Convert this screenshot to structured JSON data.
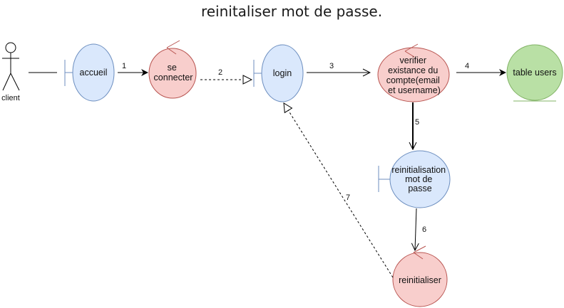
{
  "diagram": {
    "title": "reinitaliser mot de passe.",
    "actor": {
      "label": "client"
    },
    "nodes": {
      "accueil": {
        "kind": "boundary",
        "lines": [
          "accueil"
        ]
      },
      "se_connecter": {
        "kind": "control",
        "lines": [
          "se",
          "connecter"
        ]
      },
      "login": {
        "kind": "boundary",
        "lines": [
          "login"
        ]
      },
      "verifier": {
        "kind": "control",
        "lines": [
          "verifier",
          "existance du",
          "compte(email",
          "et username)"
        ]
      },
      "table_users": {
        "kind": "entity",
        "lines": [
          "table users"
        ]
      },
      "reinitialisation": {
        "kind": "boundary",
        "lines": [
          "reinitialisation",
          "mot de",
          "passe"
        ]
      },
      "reinitialiser": {
        "kind": "control",
        "lines": [
          "reinitialiser"
        ]
      }
    },
    "edges": [
      {
        "id": "e1",
        "label": "1",
        "from": "accueil",
        "to": "se_connecter",
        "style": "solid"
      },
      {
        "id": "e2",
        "label": "2",
        "from": "se_connecter",
        "to": "login",
        "style": "dashed"
      },
      {
        "id": "e3",
        "label": "3",
        "from": "login",
        "to": "verifier",
        "style": "solid"
      },
      {
        "id": "e4",
        "label": "4",
        "from": "verifier",
        "to": "table_users",
        "style": "solid"
      },
      {
        "id": "e5",
        "label": "5",
        "from": "verifier",
        "to": "reinitialisation",
        "style": "solid"
      },
      {
        "id": "e6",
        "label": "6",
        "from": "reinitialisation",
        "to": "reinitialiser",
        "style": "solid"
      },
      {
        "id": "e7",
        "label": "7",
        "from": "reinitialiser",
        "to": "login",
        "style": "dashed"
      }
    ],
    "colors": {
      "boundary_fill": "#dae8fc",
      "boundary_stroke": "#6c8ebf",
      "control_fill": "#f8cecc",
      "control_stroke": "#b85450",
      "entity_fill": "#b9e0a5",
      "entity_stroke": "#82b366",
      "line": "#000000"
    }
  }
}
